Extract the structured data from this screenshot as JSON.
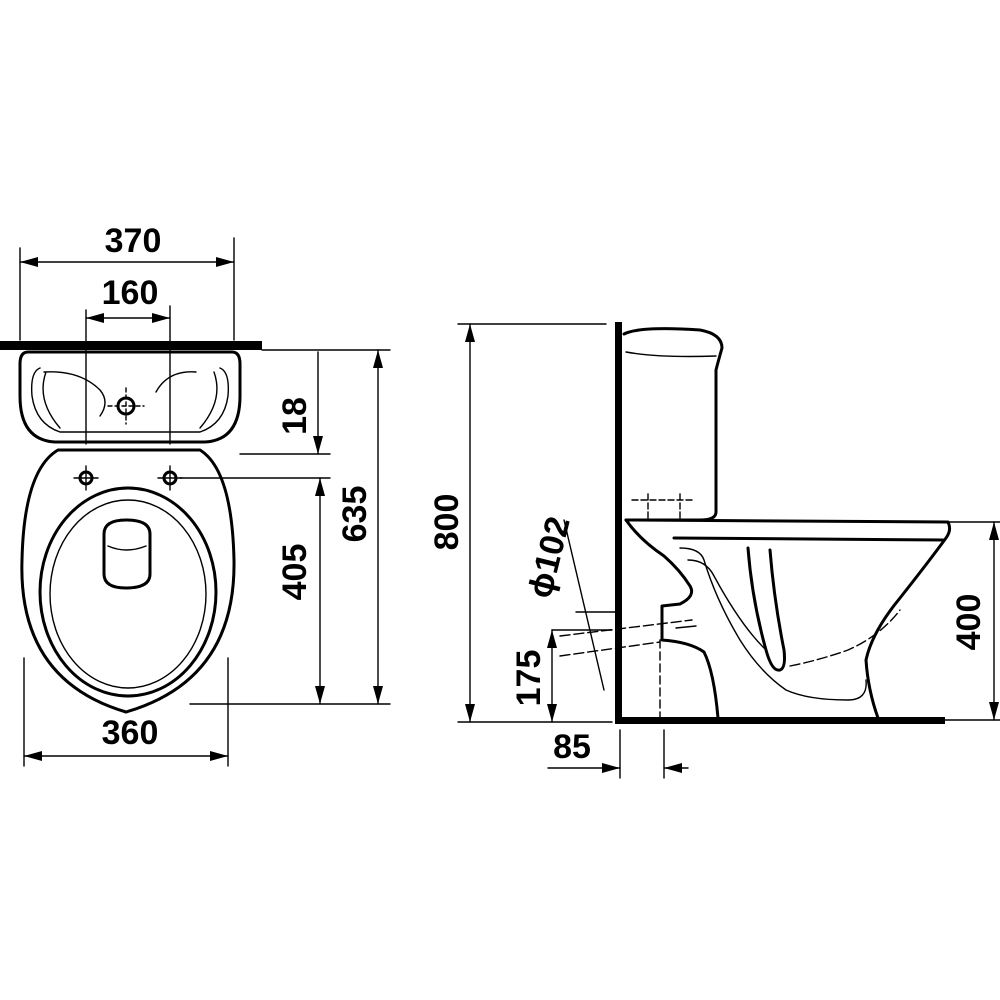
{
  "dimensions": {
    "width_top": "370",
    "seat_hole_spacing": "160",
    "offset_hole": "18",
    "bowl_length": "405",
    "total_depth": "635",
    "bowl_width": "360",
    "total_height": "800",
    "drain_height": "175",
    "drain_diameter": "ϕ102",
    "seat_height": "400",
    "wall_offset": "85"
  }
}
